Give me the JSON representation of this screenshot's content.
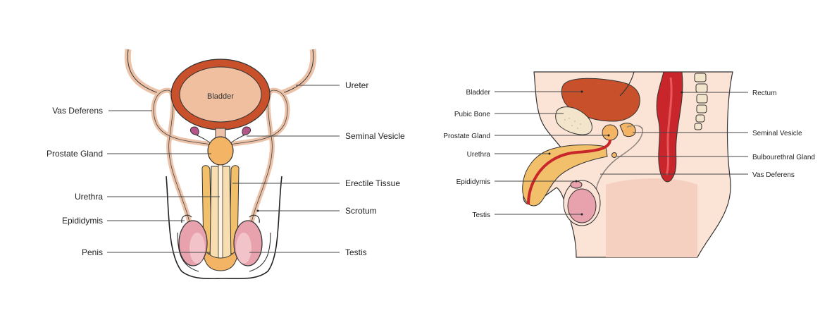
{
  "front_view": {
    "bladder_label": "Bladder",
    "labels": {
      "vas_deferens": "Vas Deferens",
      "prostate_gland": "Prostate Gland",
      "urethra": "Urethra",
      "epididymis": "Epididymis",
      "penis": "Penis",
      "ureter": "Ureter",
      "seminal_vesicle": "Seminal Vesicle",
      "erectile_tissue": "Erectile Tissue",
      "scrotum": "Scrotum",
      "testis": "Testis"
    }
  },
  "side_view": {
    "labels": {
      "bladder": "Bladder",
      "pubic_bone": "Pubic Bone",
      "prostate_gland": "Prostate Gland",
      "urethra": "Urethra",
      "epididymis": "Epididymis",
      "testis": "Testis",
      "rectum": "Rectum",
      "seminal_vesicle": "Seminal Vesicle",
      "bulbourethral_gland": "Bulbourethral Gland",
      "vas_deferens": "Vas Deferens"
    }
  },
  "colors": {
    "bladder_wall": "#c8502a",
    "bladder_inner": "#f0bfa0",
    "duct": "#ecc3a8",
    "prostate": "#f3b565",
    "erectile": "#f2c06a",
    "testis": "#e7a2ad",
    "skin": "#fbe3d6",
    "rectum": "#c9262b",
    "bone": "#f3e5cc"
  }
}
